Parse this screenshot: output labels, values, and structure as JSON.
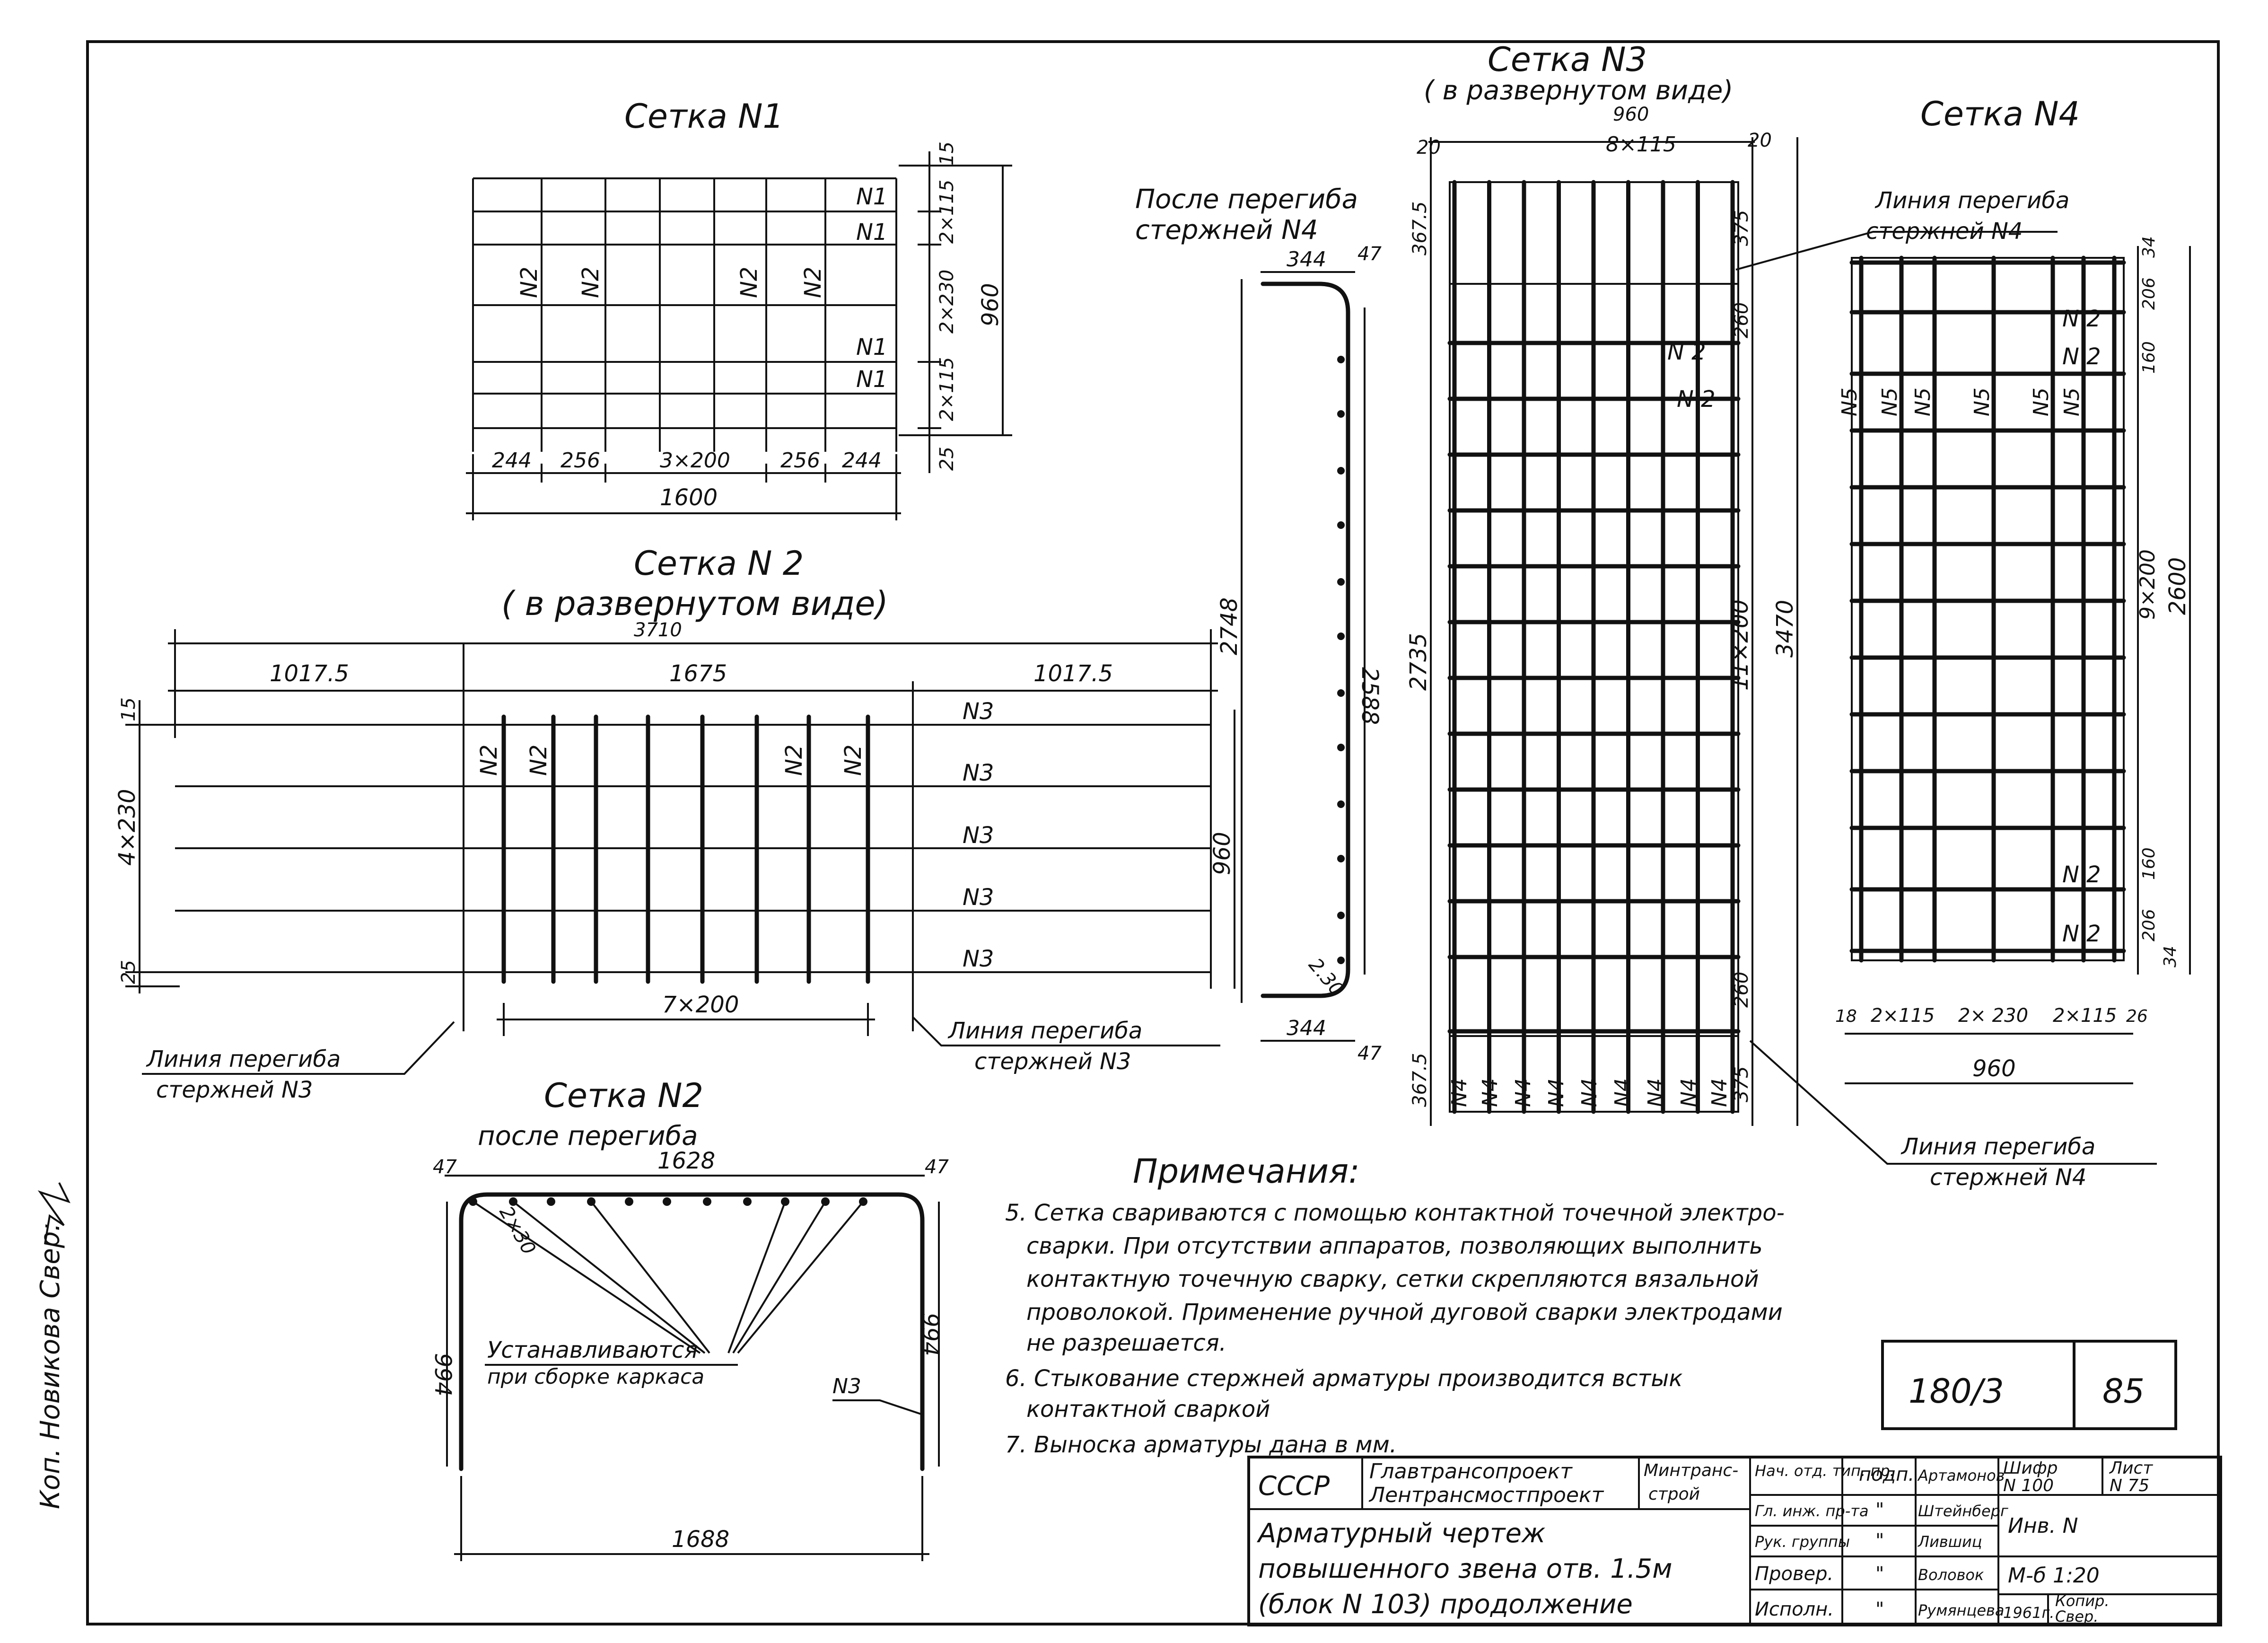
{
  "side_note": "Коп. Новикова Свер: ",
  "net1": {
    "title": "Сетка N1",
    "bar_labels": [
      "N1",
      "N1",
      "N1",
      "N1"
    ],
    "n2_labels": [
      "N2",
      "N2",
      "N2",
      "N2"
    ],
    "dims_right": [
      "15",
      "2×115",
      "2×230",
      "2×115",
      "25"
    ],
    "dim_total_right": "960",
    "dims_bottom": [
      "244",
      "256",
      "3×200",
      "256",
      "244"
    ],
    "dim_total_bottom": "1600"
  },
  "net2": {
    "title": "Сетка N 2",
    "subtitle": "( в развернутом виде)",
    "dim_total": "3710",
    "dim_segments": [
      "1017.5",
      "1675",
      "1017.5"
    ],
    "dims_left": [
      "15",
      "4×230",
      "25"
    ],
    "dim_right": "960",
    "n3_labels": [
      "N3",
      "N3",
      "N3",
      "N3",
      "N3"
    ],
    "n2_labels": [
      "N2",
      "N2",
      "N2",
      "N2"
    ],
    "dim_bottom": "7×200",
    "bend_line_left": [
      "Линия перегиба",
      "стержней N3"
    ],
    "bend_line_right": [
      "Линия перегиба",
      "стержней N3"
    ]
  },
  "net2_bent": {
    "title": "Сетка N2",
    "subtitle": "после перегиба",
    "dim_top": "1628",
    "dim_corner_left": "47",
    "dim_corner_right": "47",
    "dim_radius": "2×30",
    "dim_left": "994",
    "dim_right": "994",
    "dim_bottom": "1688",
    "callout": [
      "Устанавливаются",
      "при сборке каркаса"
    ],
    "n3_label": "N3"
  },
  "bent_n4": {
    "title": [
      "После перегиба",
      "стержней N4"
    ],
    "dim_top": "344",
    "dim_top_corner": "47",
    "dim_height": "2748",
    "dim_inner": "2588",
    "dim_radius": "2.30",
    "dim_bottom": "344",
    "dim_bottom_corner": "47"
  },
  "net3": {
    "title": "Сетка N3",
    "subtitle": "( в развернутом виде)",
    "dim_total_width": "960",
    "dims_top": [
      "20",
      "8×115",
      "20"
    ],
    "dims_left": [
      "367.5",
      "2735",
      "367.5"
    ],
    "dims_right": [
      "375",
      "260",
      "11×200",
      "260",
      "375"
    ],
    "dim_total_height": "3470",
    "n2_labels": [
      "N 2",
      "N 2"
    ],
    "n4_labels": [
      "N4",
      "N4",
      "N4",
      "N4",
      "N4",
      "N4",
      "N4",
      "N4",
      "N4"
    ],
    "bend_line_top": [
      "Линия перегиба",
      "стержней N4"
    ],
    "bend_line_bottom": [
      "Линия перегиба",
      "стержней N4"
    ]
  },
  "net4": {
    "title": "Сетка N4",
    "dims_right": [
      "34",
      "206",
      "160",
      "9×200",
      "160",
      "206",
      "34"
    ],
    "dim_total_right": "2600",
    "n5_labels": [
      "N5",
      "N5",
      "N5",
      "N5",
      "N5",
      "N5"
    ],
    "n2_labels": [
      "N 2",
      "N 2",
      "N 2",
      "N 2"
    ],
    "dims_bottom": [
      "18",
      "2×115",
      "2× 230",
      "2×115",
      "26"
    ],
    "dim_total_bottom": "960"
  },
  "notes": {
    "heading": "Примечания:",
    "lines": [
      "5. Сетка свариваются с помощью контактной точечной электро-",
      "сварки. При отсутствии аппаратов, позволяющих выполнить",
      "контактную точечную сварку, сетки скрепляются вязальной",
      "проволокой. Применение ручной дуговой сварки электродами",
      "не разрешается.",
      "6. Стыкование стержней арматуры производится встык",
      "контактной сваркой",
      "7. Выноска арматуры дана в мм."
    ]
  },
  "stamp": {
    "number": "180/3",
    "page": "85",
    "country": "СССР",
    "org1": "Главтрансопроект",
    "org2": "Лентрансмостпроект",
    "ministry": [
      "Минтранс-",
      "строй"
    ],
    "title_lines": [
      "Арматурный чертеж",
      "повышенного звена отв. 1.5м",
      "(блок N 103) продолжение"
    ],
    "roles": [
      "Нач. отд. тип. пр.",
      "Гл. инж. пр-та",
      "Рук. группы",
      "Провер.",
      "Исполн."
    ],
    "sign_header": "подп.",
    "sign_marks": [
      "\"",
      "\"",
      "\"",
      "\""
    ],
    "names": [
      "Артамонов",
      "Штейнберг",
      "Лившиц",
      "Воловок",
      "Румянцева"
    ],
    "cipher": [
      "Шифр",
      "N 100"
    ],
    "sheet": [
      "Лист",
      "N 75"
    ],
    "inv": "Инв. N",
    "scale": "М-б 1:20",
    "year": "1961г.",
    "copy": [
      "Копир.",
      "Свер."
    ]
  }
}
